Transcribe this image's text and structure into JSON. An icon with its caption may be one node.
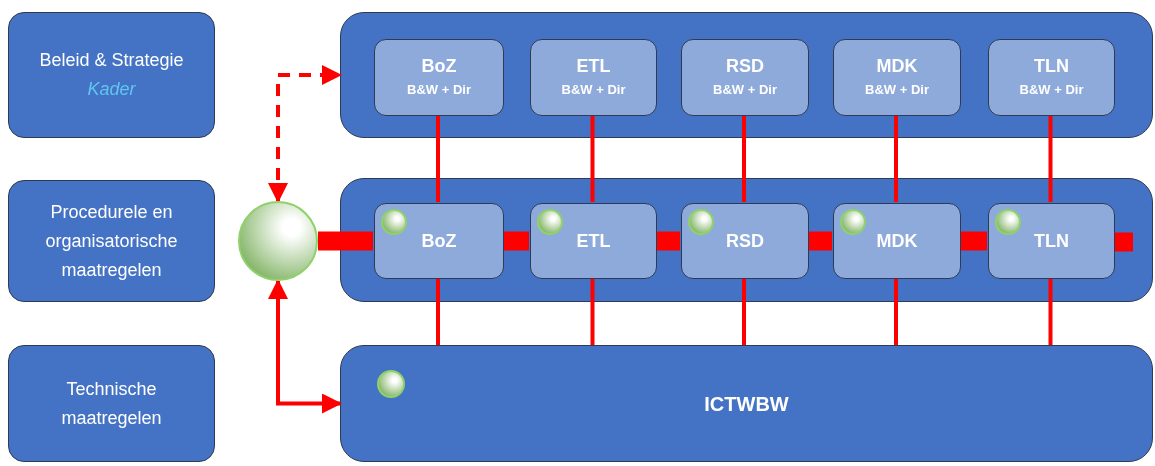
{
  "diagram": {
    "nodes": [
      {
        "text": [
          "Beleid & Strategie",
          "Kader"
        ]
      },
      {
        "text": [
          "Procedurele en organisatorische maatregelen"
        ]
      },
      {
        "text": [
          "Technische maatregelen"
        ]
      },
      {
        "text": [],
        "shape": "box"
      },
      {
        "text": [
          "BoZ",
          "B&W + Dir"
        ],
        "in": 3
      },
      {
        "text": [
          "ETL",
          "B&W + Dir"
        ],
        "in": 3
      },
      {
        "text": [
          "RSD",
          "B&W + Dir"
        ],
        "in": 3
      },
      {
        "text": [
          "MDK",
          "B&W + Dir"
        ],
        "in": 3
      },
      {
        "text": [
          "TLN",
          "B&W + Dir"
        ],
        "in": 3
      },
      {
        "text": [],
        "shape": "circle"
      },
      {
        "text": [],
        "shape": "box"
      },
      {
        "text": [
          "BoZ"
        ],
        "in": 10
      },
      {
        "text": [
          "ETL"
        ],
        "in": 10
      },
      {
        "text": [
          "RSD"
        ],
        "in": 10
      },
      {
        "text": [
          "MDK"
        ],
        "in": 10
      },
      {
        "text": [
          "TLN"
        ],
        "in": 10
      },
      {
        "text": [
          "ICTWBW"
        ]
      }
    ],
    "edges": [
      {
        "from": 9,
        "to": 3,
        "arrow": "both",
        "style": "dashed"
      },
      {
        "from": 9,
        "to": 16,
        "arrow": "both"
      },
      {
        "from": 9,
        "to": 11,
        "arrow": "none",
        "style": "thick"
      },
      {
        "from": 11,
        "to": 12,
        "arrow": "none",
        "style": "thick"
      },
      {
        "from": 12,
        "to": 13,
        "arrow": "none",
        "style": "thick"
      },
      {
        "from": 13,
        "to": 14,
        "arrow": "none",
        "style": "thick"
      },
      {
        "from": 14,
        "to": 15,
        "arrow": "none",
        "style": "thick"
      },
      {
        "from": 15,
        "to": null,
        "arrow": "none",
        "style": "thick"
      },
      {
        "from": 4,
        "to": 11,
        "arrow": "none"
      },
      {
        "from": 5,
        "to": 12,
        "arrow": "none"
      },
      {
        "from": 6,
        "to": 13,
        "arrow": "none"
      },
      {
        "from": 7,
        "to": 14,
        "arrow": "none"
      },
      {
        "from": 8,
        "to": 15,
        "arrow": "none"
      },
      {
        "from": 11,
        "to": 16,
        "arrow": "none"
      },
      {
        "from": 12,
        "to": 16,
        "arrow": "none"
      },
      {
        "from": 13,
        "to": 16,
        "arrow": "none"
      },
      {
        "from": 14,
        "to": 16,
        "arrow": "none"
      },
      {
        "from": 15,
        "to": 16,
        "arrow": "none"
      }
    ]
  }
}
